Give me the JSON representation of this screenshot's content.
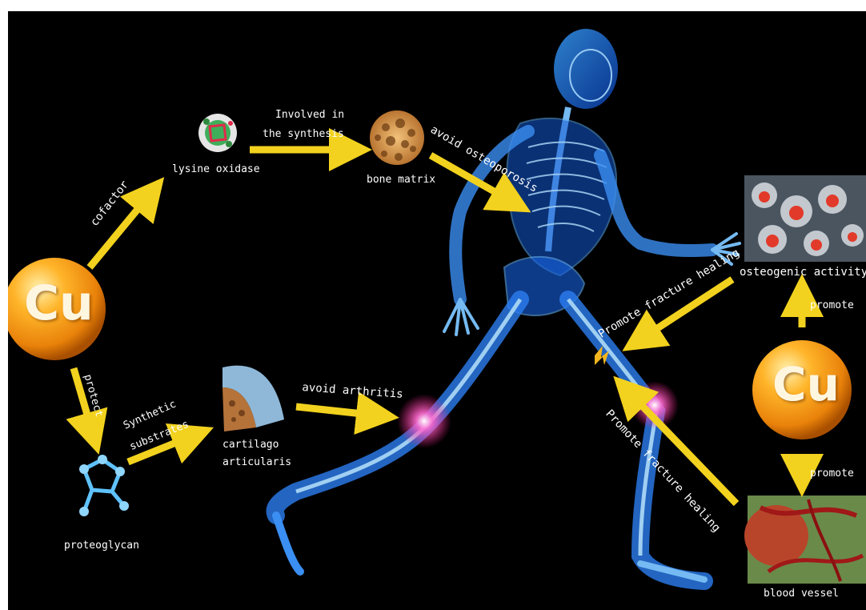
{
  "element_symbol": "Cu",
  "labels": {
    "cofactor": "cofactor",
    "lysine_oxidase": "lysine oxidase",
    "involved_line1": "Involved in",
    "involved_line2": "the synthesis",
    "bone_matrix": "bone matrix",
    "avoid_osteoporosis": "avoid osteoporosis",
    "protect": "protect",
    "synthetic_line1": "Synthetic",
    "synthetic_line2": "substrates",
    "cartilago_line1": "cartilago",
    "cartilago_line2": "articularis",
    "proteoglycan": "proteoglycan",
    "avoid_arthritis": "avoid arthritis",
    "osteogenic_activity": "osteogenic activity",
    "promote_up": "promote",
    "promote_down": "promote",
    "promote_fracture_healing_upper": "Promote fracture healing",
    "promote_fracture_healing_lower": "Promote fracture healing",
    "blood_vessel": "blood vessel"
  },
  "colors": {
    "background": "#000000",
    "arrow": "#f2d21e",
    "skeleton": "#1f7bff",
    "copper_sphere": "#f59a12",
    "joint_glow": "#ff3fb0"
  },
  "icons": [
    "copper-sphere-icon",
    "lysine-oxidase-icon",
    "bone-matrix-icon",
    "proteoglycan-icon",
    "cartilage-icon",
    "osteogenic-cells-icon",
    "blood-vessel-icon",
    "fracture-icon",
    "knee-glow-icon",
    "running-skeleton-figure"
  ]
}
